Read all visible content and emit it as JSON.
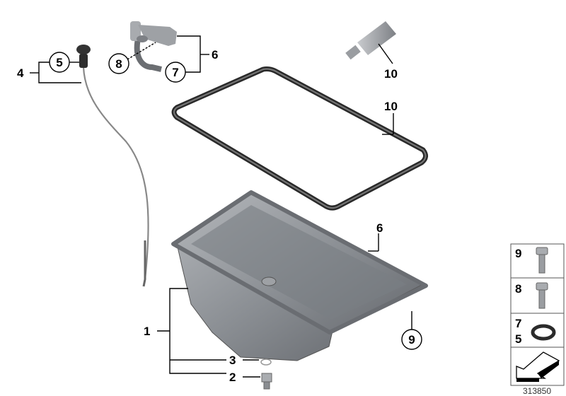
{
  "diagram": {
    "callouts": {
      "dipstick_assembly": "4",
      "dipstick_seal": "5",
      "pipe_assembly": "6",
      "pipe_screw": "8",
      "pipe_seal": "7",
      "sealant_tube": "10",
      "gasket": "10",
      "oil_pan_ref": "6",
      "pan_screw": "9",
      "oil_pan": "1",
      "drain_seal": "3",
      "drain_plug": "2"
    },
    "legend": {
      "rows": [
        {
          "labels": [
            "9"
          ],
          "icon": "hex-flange-bolt-long"
        },
        {
          "labels": [
            "8"
          ],
          "icon": "hex-flange-bolt-short"
        },
        {
          "labels": [
            "7",
            "5"
          ],
          "icon": "o-ring"
        },
        {
          "labels": [],
          "icon": "arrow-left-down"
        }
      ]
    },
    "reference_number": "313850",
    "colors": {
      "part_gray": "#8d9196",
      "part_dark": "#3a3a3a",
      "line": "#000000"
    }
  }
}
